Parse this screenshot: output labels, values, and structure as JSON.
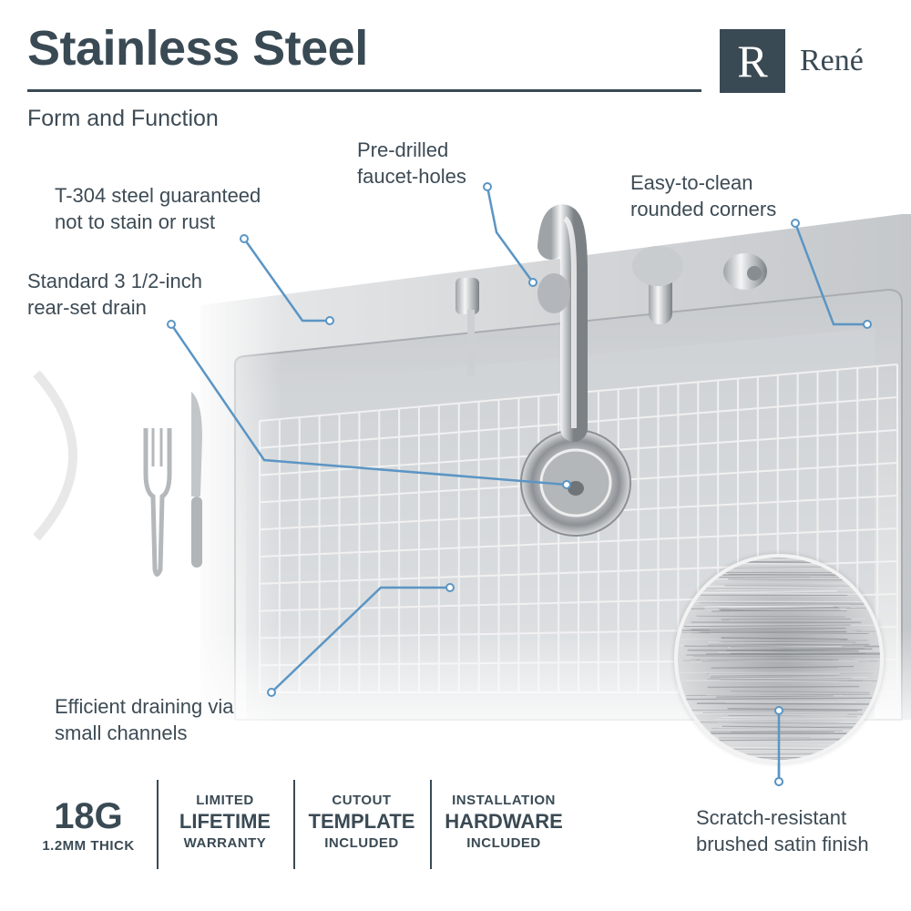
{
  "header": {
    "title": "Stainless Steel",
    "subtitle": "Form and Function"
  },
  "brand": {
    "monogram": "R",
    "name": "René"
  },
  "callouts": {
    "steel": [
      "T-304 steel guaranteed",
      "not to stain or rust"
    ],
    "faucet": [
      "Pre-drilled",
      "faucet-holes"
    ],
    "corners": [
      "Easy-to-clean",
      "rounded corners"
    ],
    "drain": [
      "Standard 3 1/2-inch",
      "rear-set drain"
    ],
    "channels": [
      "Efficient draining via",
      "small channels"
    ],
    "finish": [
      "Scratch-resistant",
      "brushed satin finish"
    ]
  },
  "specs": [
    {
      "top": "",
      "main": "18G",
      "bottom": "1.2MM THICK"
    },
    {
      "top": "LIMITED",
      "main": "LIFETIME",
      "bottom": "WARRANTY"
    },
    {
      "top": "CUTOUT",
      "main": "TEMPLATE",
      "bottom": "INCLUDED"
    },
    {
      "top": "INSTALLATION",
      "main": "HARDWARE",
      "bottom": "INCLUDED"
    }
  ],
  "colors": {
    "text": "#3a4a54",
    "accent_line": "#5b95c4",
    "steel_light": "#e3e4e5",
    "steel_dark": "#8c8f92"
  }
}
